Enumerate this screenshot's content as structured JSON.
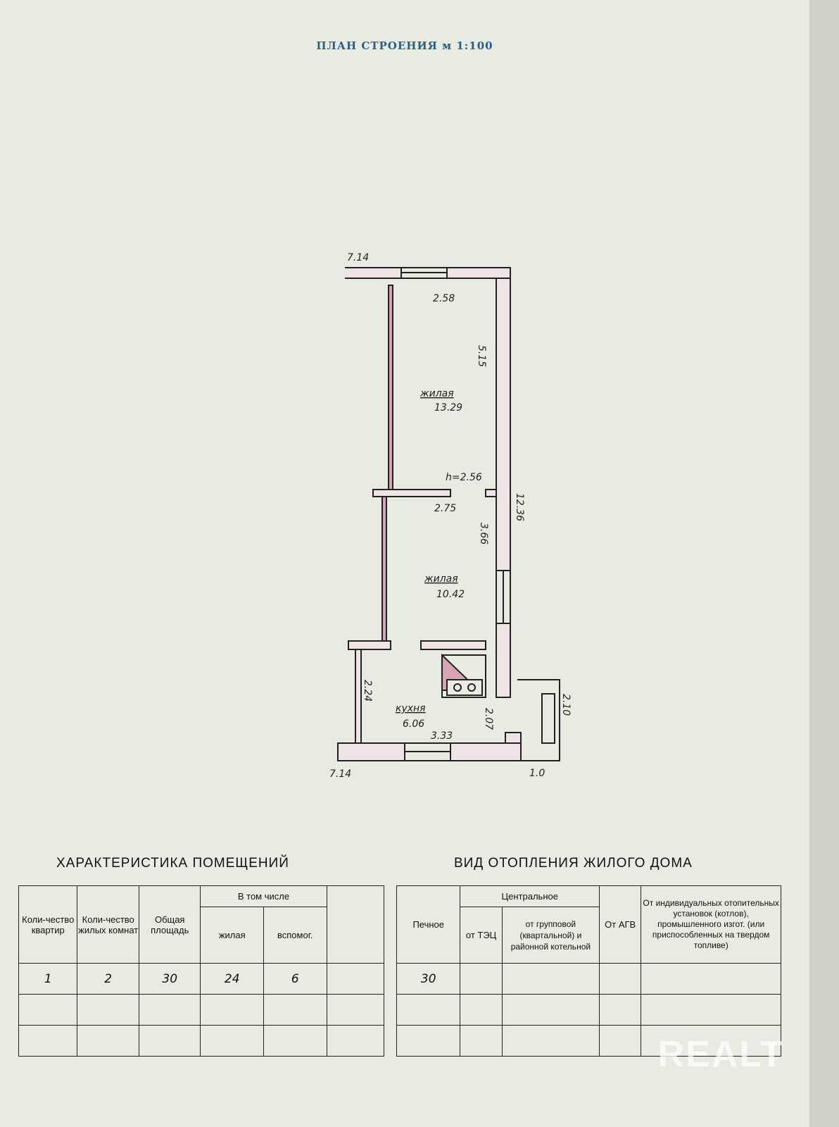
{
  "plan_title": "ПЛАН СТРОЕНИЯ м 1:100",
  "plan": {
    "dim_top_outer": "7.14",
    "dim_bottom_outer": "7.14",
    "dim_total_height": "12.36",
    "dim_annex_width": "1.0",
    "dim_annex_height": "2.10",
    "room1": {
      "name": "жилая",
      "area": "13.29",
      "width": "2.58",
      "length": "5.15"
    },
    "ceiling_height": "h=2.56",
    "room2": {
      "name": "жилая",
      "area": "10.42",
      "width": "2.75",
      "length": "3.66"
    },
    "kitchen": {
      "name": "кухня",
      "area": "6.06",
      "width": "3.33",
      "length": "2.24"
    },
    "dim_corridor": "2.07"
  },
  "rooms_section": {
    "title": "ХАРАКТЕРИСТИКА ПОМЕЩЕНИЙ",
    "headers": {
      "apartments": "Коли-чество квартир",
      "rooms": "Коли-чество жилых комнат",
      "total_area": "Общая площадь",
      "including": "В том числе",
      "living": "жилая",
      "auxiliary": "вспомог."
    },
    "row": [
      "1",
      "2",
      "30",
      "24",
      "6"
    ]
  },
  "heating_section": {
    "title": "ВИД ОТОПЛЕНИЯ ЖИЛОГО ДОМА",
    "headers": {
      "stove": "Печное",
      "central": "Центральное",
      "from_tec": "от ТЭЦ",
      "from_group": "от групповой (квартальной) и районной котельной",
      "from_agv": "От АГВ",
      "individual": "От индивидуальных отопительных установок (котлов), промышленного изгот. (или приспособленных на твердом топливе)"
    },
    "row": [
      "30",
      "",
      "",
      "",
      ""
    ]
  },
  "watermark": "REALT",
  "colors": {
    "wall_fill": "#e3c6d0",
    "print_blue": "#2b5d8a"
  }
}
